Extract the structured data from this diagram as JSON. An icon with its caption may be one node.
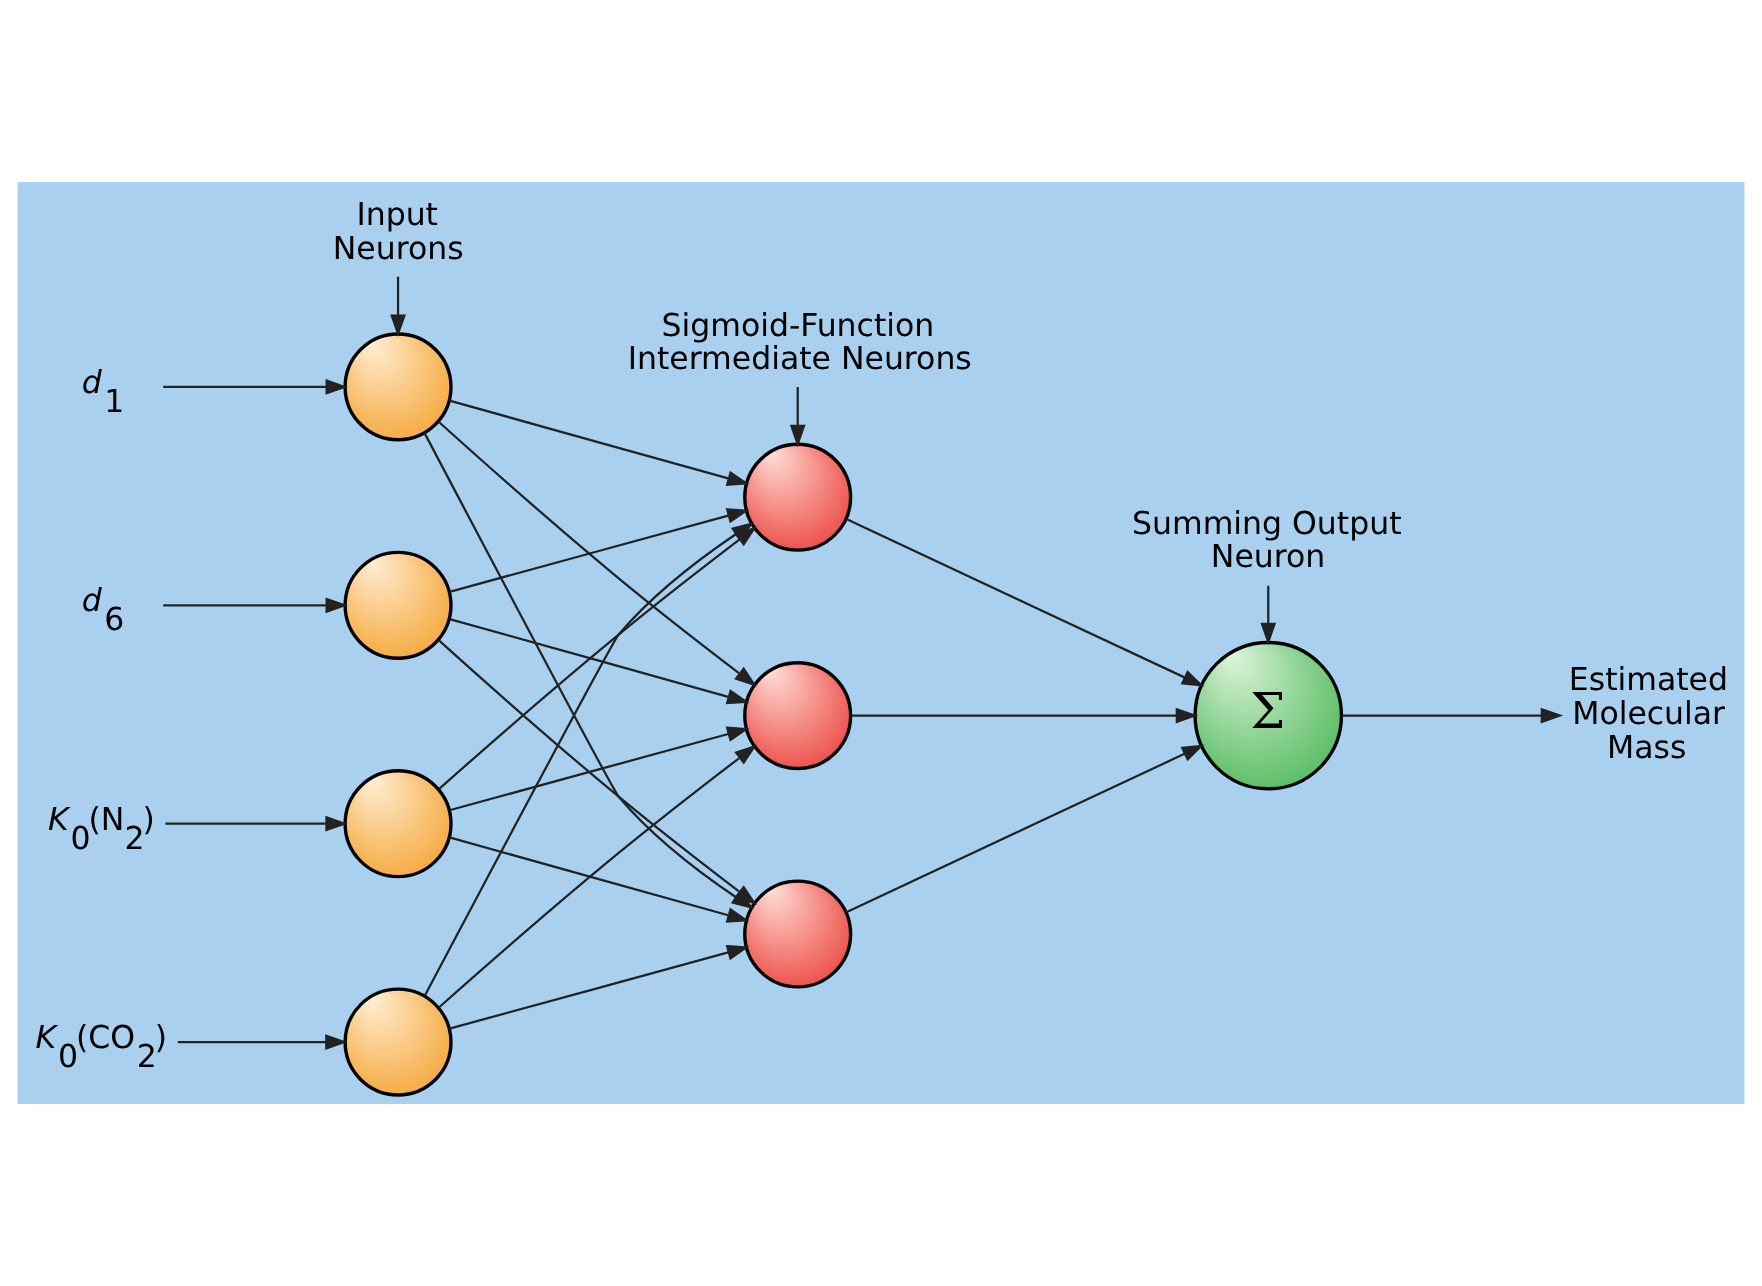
{
  "diagram": {
    "nodes": [
      {
        "text": [
          "Input Neurons"
        ]
      },
      {
        "text": [
          "Sigmoid-Function Intermediate Neurons"
        ]
      },
      {
        "text": [
          "*d*$_{1}$"
        ]
      },
      {
        "text": [],
        "shape": "circle"
      },
      {
        "text": [],
        "shape": "circle"
      },
      {
        "text": [
          "Summing Output Neuron"
        ]
      },
      {
        "text": [
          "*d*$_{6}$"
        ]
      },
      {
        "text": [],
        "shape": "circle"
      },
      {
        "text": [],
        "shape": "circle"
      },
      {
        "text": [
          "Σ"
        ]
      },
      {
        "text": [
          "Estimated Molecular Mass"
        ]
      },
      {
        "text": [
          "*K*$_{0}$(N$_{2}$)"
        ]
      },
      {
        "text": [],
        "shape": "circle"
      },
      {
        "text": [
          "*K*$_{0}$(CO$_{2}$)"
        ]
      },
      {
        "text": [],
        "shape": "circle"
      },
      {
        "text": [],
        "shape": "circle"
      }
    ],
    "edges": [
      {
        "from": 0,
        "to": 3,
        "arrow": "to"
      },
      {
        "from": 1,
        "to": 4,
        "arrow": "to"
      },
      {
        "from": 5,
        "to": 9,
        "arrow": "to"
      },
      {
        "from": 2,
        "to": 3,
        "arrow": "to"
      },
      {
        "from": 6,
        "to": 7,
        "arrow": "to"
      },
      {
        "from": 11,
        "to": 12,
        "arrow": "to"
      },
      {
        "from": 13,
        "to": 14,
        "arrow": "to"
      },
      {
        "from": 3,
        "to": 4,
        "arrow": "to"
      },
      {
        "from": 3,
        "to": 8,
        "arrow": "to"
      },
      {
        "from": 3,
        "to": 15,
        "arrow": "to"
      },
      {
        "from": 7,
        "to": 4,
        "arrow": "to"
      },
      {
        "from": 7,
        "to": 8,
        "arrow": "to"
      },
      {
        "from": 7,
        "to": 15,
        "arrow": "to"
      },
      {
        "from": 12,
        "to": 4,
        "arrow": "to"
      },
      {
        "from": 12,
        "to": 8,
        "arrow": "to"
      },
      {
        "from": 12,
        "to": 15,
        "arrow": "to"
      },
      {
        "from": 14,
        "to": 4,
        "arrow": "to"
      },
      {
        "from": 14,
        "to": 8,
        "arrow": "to"
      },
      {
        "from": 14,
        "to": 15,
        "arrow": "to"
      },
      {
        "from": 4,
        "to": 9,
        "arrow": "to"
      },
      {
        "from": 8,
        "to": 9,
        "arrow": "to"
      },
      {
        "from": 15,
        "to": 9,
        "arrow": "to"
      },
      {
        "from": 9,
        "to": 10,
        "arrow": "to"
      }
    ]
  }
}
